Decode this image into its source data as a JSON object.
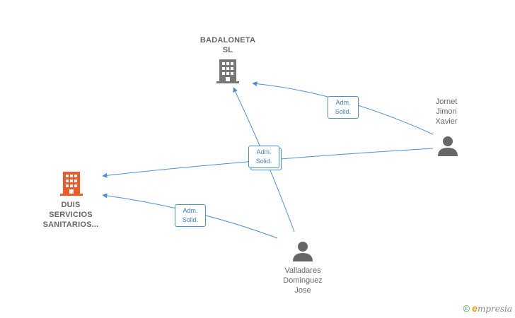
{
  "nodes": {
    "badaloneta": {
      "label_line1": "BADALONETA",
      "label_line2": "SL",
      "icon": "building-icon",
      "color": "#777777"
    },
    "duis": {
      "label_line1": "DUIS",
      "label_line2": "SERVICIOS",
      "label_line3": "SANITARIOS...",
      "icon": "building-icon",
      "color": "#f05a28"
    },
    "jornet": {
      "label_line1": "Jornet",
      "label_line2": "Jimon",
      "label_line3": "Xavier",
      "icon": "person-icon",
      "color": "#666666"
    },
    "valladares": {
      "label_line1": "Valladares",
      "label_line2": "Dominguez",
      "label_line3": "Jose",
      "icon": "person-icon",
      "color": "#666666"
    }
  },
  "edges": {
    "jornet_badaloneta": {
      "line1": "Adm.",
      "line2": "Solid."
    },
    "shared": {
      "line1": "Adm.",
      "line2": "Solid."
    },
    "valladares_duis": {
      "line1": "Adm.",
      "line2": "Solid."
    }
  },
  "colors": {
    "edge": "#4a90d9",
    "company": "#777777",
    "highlight": "#f05a28",
    "person": "#666666"
  },
  "watermark": {
    "copyright": "©",
    "brand_e": "e",
    "brand_rest": "mpresia"
  }
}
